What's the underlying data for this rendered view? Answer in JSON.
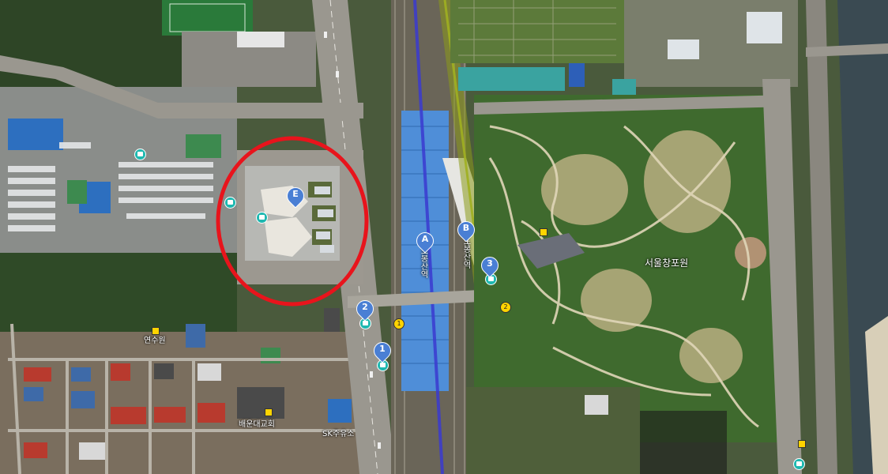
{
  "map": {
    "pins": [
      {
        "id": "E",
        "label": "E"
      },
      {
        "id": "A",
        "label": "A"
      },
      {
        "id": "B",
        "label": "B"
      },
      {
        "id": "3",
        "label": "3"
      },
      {
        "id": "2",
        "label": "2"
      },
      {
        "id": "1",
        "label": "1"
      }
    ],
    "exits": [
      {
        "label": "1"
      },
      {
        "label": "2"
      }
    ],
    "place_labels": {
      "park": "서울창포원",
      "station_a": "도봉산역",
      "station_b": "도봉산역",
      "area_1": "연수원",
      "area_2": "배운대교회",
      "area_3": "SK주유소"
    },
    "colors": {
      "highlight_circle": "#e8141c",
      "line_1": "#3a3ad0",
      "line_7": "#8a9a1a",
      "pin_blue": "#4a7fd4"
    }
  }
}
